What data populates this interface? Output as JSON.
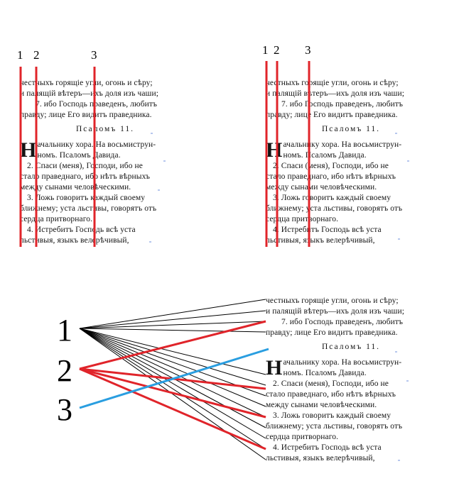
{
  "text_lines": [
    "честныхъ горящіе угли, огонь и сѣру;",
    "и палящій вѣтеръ—ихъ доля изъ чаши;",
    "7. ибо Господь праведенъ, любитъ",
    "правду; лице Его видитъ праведника."
  ],
  "heading": "Псаломъ 11.",
  "dropcap": "Н",
  "paragraph_lines": [
    "ачальнику хора. На восьмиструн-",
    "номъ. Псаломъ Давида.",
    "2. Спаси (меня), Господи, ибо не",
    "стало праведнаго, ибо нѣтъ вѣрныхъ",
    "между сынами человѣческими.",
    "3. Ложь говоритъ каждый своему",
    "ближнему; уста льстивы, говорятъ отъ",
    "сердца притворнаго.",
    "4. Истребитъ Господь всѣ уста",
    "льстивыя, языкъ велерѣчивый,"
  ],
  "column_labels": [
    "1",
    "2",
    "3"
  ],
  "big_labels": [
    "1",
    "2",
    "3"
  ],
  "colors": {
    "text": "#141414",
    "column_line": "#e0242a",
    "connector_thin": "#000000",
    "connector_red": "#e0242a",
    "connector_blue": "#2a9ee0"
  }
}
